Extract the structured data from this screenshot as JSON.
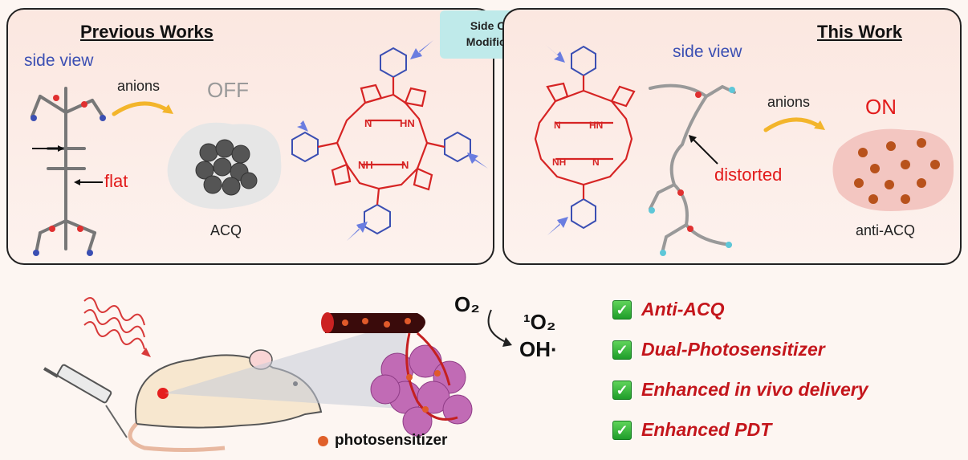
{
  "left_panel": {
    "title": "Previous Works",
    "side_view": "side view",
    "anions": "anions",
    "state": "OFF",
    "aggregate_label": "ACQ",
    "flat_label": "flat"
  },
  "center_badge": {
    "line1": "Side Chain",
    "line2": "Modification"
  },
  "right_panel": {
    "title": "This Work",
    "side_view": "side view",
    "anions": "anions",
    "state": "ON",
    "distorted_label": "distorted",
    "aggregate_label": "anti-ACQ"
  },
  "porphyrin": {
    "nh": "NH",
    "hn": "HN",
    "n": "N"
  },
  "reaction": {
    "o2": "O₂",
    "singlet_o2": "¹O₂",
    "oh": "OH·"
  },
  "legend": {
    "photosensitizer": "photosensitizer"
  },
  "features": [
    "Anti-ACQ",
    "Dual-Photosensitizer",
    "Enhanced in vivo delivery",
    "Enhanced PDT"
  ],
  "colors": {
    "accent_red": "#c4161c",
    "blue": "#3b4fb3",
    "check_green": "#2aa534",
    "badge_teal": "#bfeaea"
  }
}
